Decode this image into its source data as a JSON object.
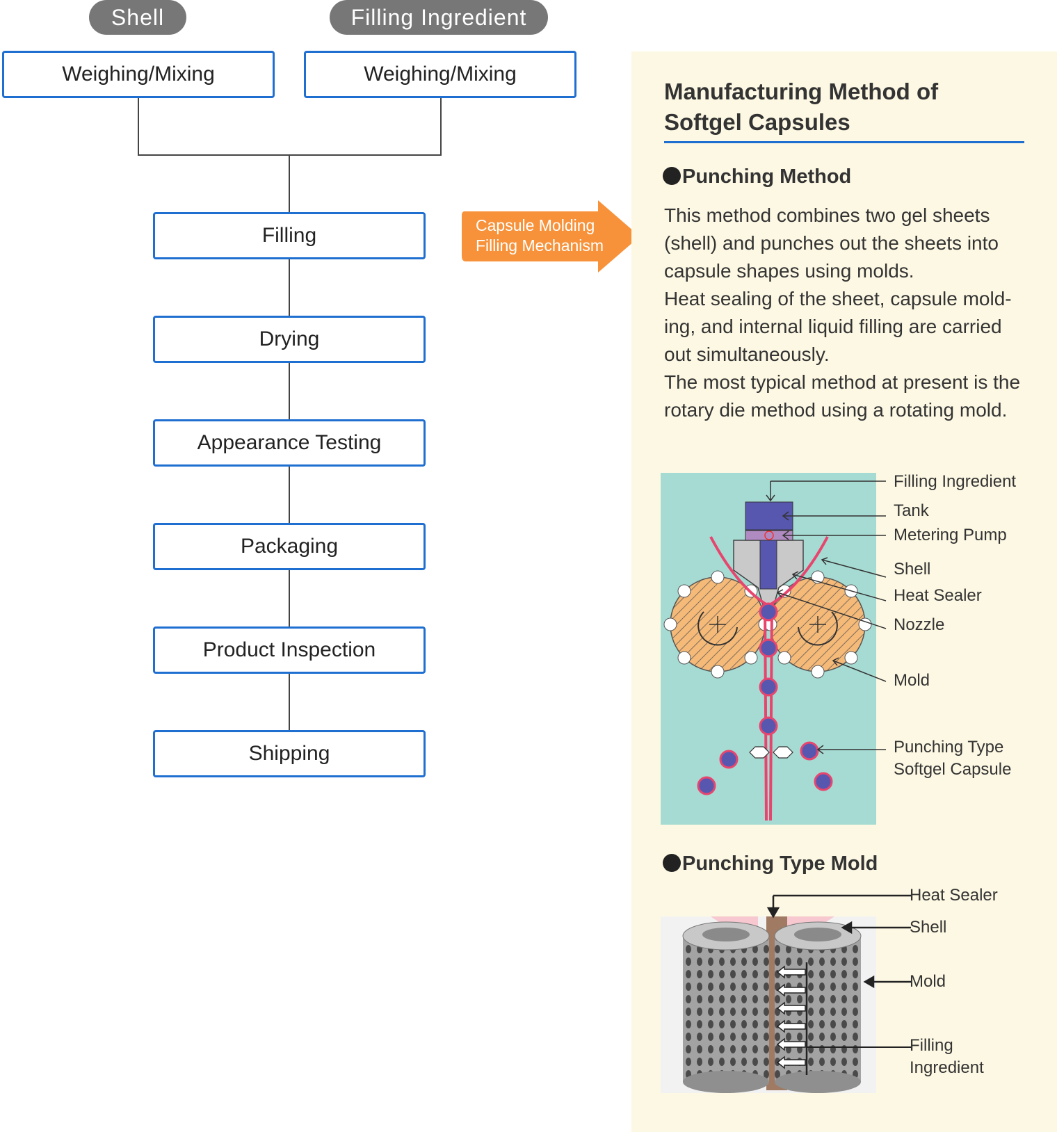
{
  "flow": {
    "headers": {
      "shell": "Shell",
      "filling": "Filling Ingredient"
    },
    "weighing_left": "Weighing/Mixing",
    "weighing_right": "Weighing/Mixing",
    "steps": [
      "Filling",
      "Drying",
      "Appearance Testing",
      "Packaging",
      "Product Inspection",
      "Shipping"
    ],
    "box_color": "#1f6fd1",
    "header_color": "#777777"
  },
  "callout": {
    "line1": "Capsule Molding",
    "line2": "Filling Mechanism",
    "color": "#f7923a"
  },
  "panel": {
    "title_line1": "Manufacturing Method of",
    "title_line2": "Softgel Capsules",
    "background": "#fdf8e3",
    "section1": {
      "heading": "Punching Method",
      "paragraphs": [
        "This method combines two gel sheets (shell) and punches out the sheets into capsule shapes using molds.",
        "Heat sealing of the sheet, capsule mold-ing, and internal liquid filling are carried out simultaneously.",
        "The most typical method at present is the rotary die method using a rotating mold."
      ],
      "diagram_labels": {
        "filling_ingredient": "Filling Ingredient",
        "tank": "Tank",
        "metering_pump": "Metering Pump",
        "shell": "Shell",
        "heat_sealer": "Heat Sealer",
        "nozzle": "Nozzle",
        "mold": "Mold",
        "capsule_line1": "Punching Type",
        "capsule_line2": "Softgel Capsule"
      }
    },
    "section2": {
      "heading": "Punching Type Mold",
      "labels": {
        "heat_sealer": "Heat Sealer",
        "shell": "Shell",
        "mold": "Mold",
        "filling_line1": "Filling",
        "filling_line2": "Ingredient"
      }
    }
  }
}
